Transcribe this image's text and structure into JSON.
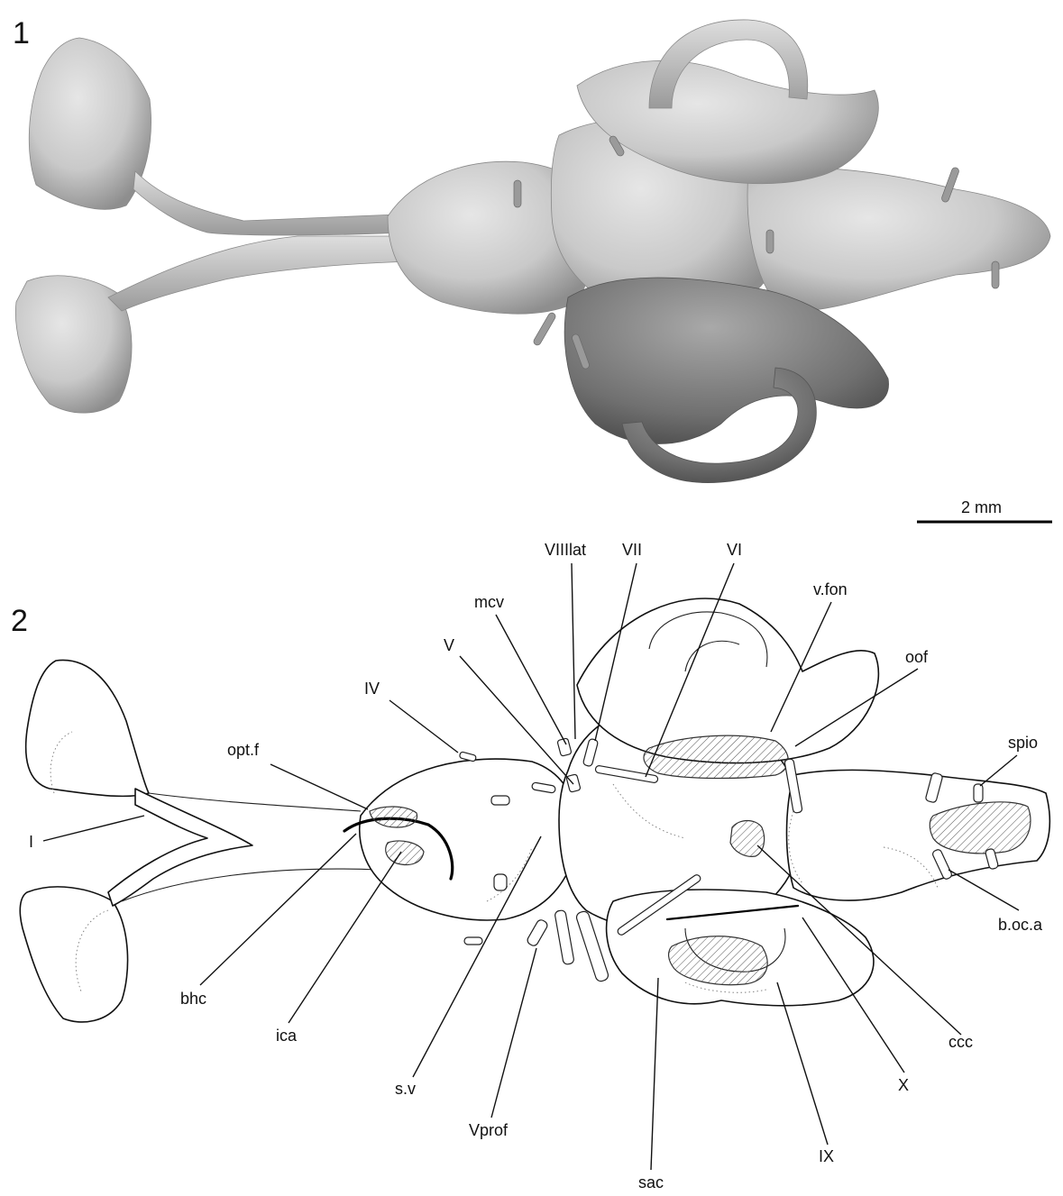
{
  "panels": [
    {
      "number": "1"
    },
    {
      "number": "2"
    }
  ],
  "scale_bar": {
    "label": "2 mm"
  },
  "labels": {
    "I": "I",
    "opt_f": "opt.f",
    "IV": "IV",
    "V": "V",
    "mcv": "mcv",
    "VIIIlat": "VIIIlat",
    "VII": "VII",
    "VI": "VI",
    "v_fon": "v.fon",
    "oof": "oof",
    "spio": "spio",
    "b_oc_a": "b.oc.a",
    "ccc": "ccc",
    "X": "X",
    "IX": "IX",
    "sac": "sac",
    "Vprof": "Vprof",
    "s_v": "s.v",
    "ica": "ica",
    "bhc": "bhc"
  },
  "colors": {
    "ink": "#111111",
    "render_light": "#d4d4d4",
    "render_shadow": "#8a8a8a",
    "render_dark": "#5e5e5e"
  }
}
